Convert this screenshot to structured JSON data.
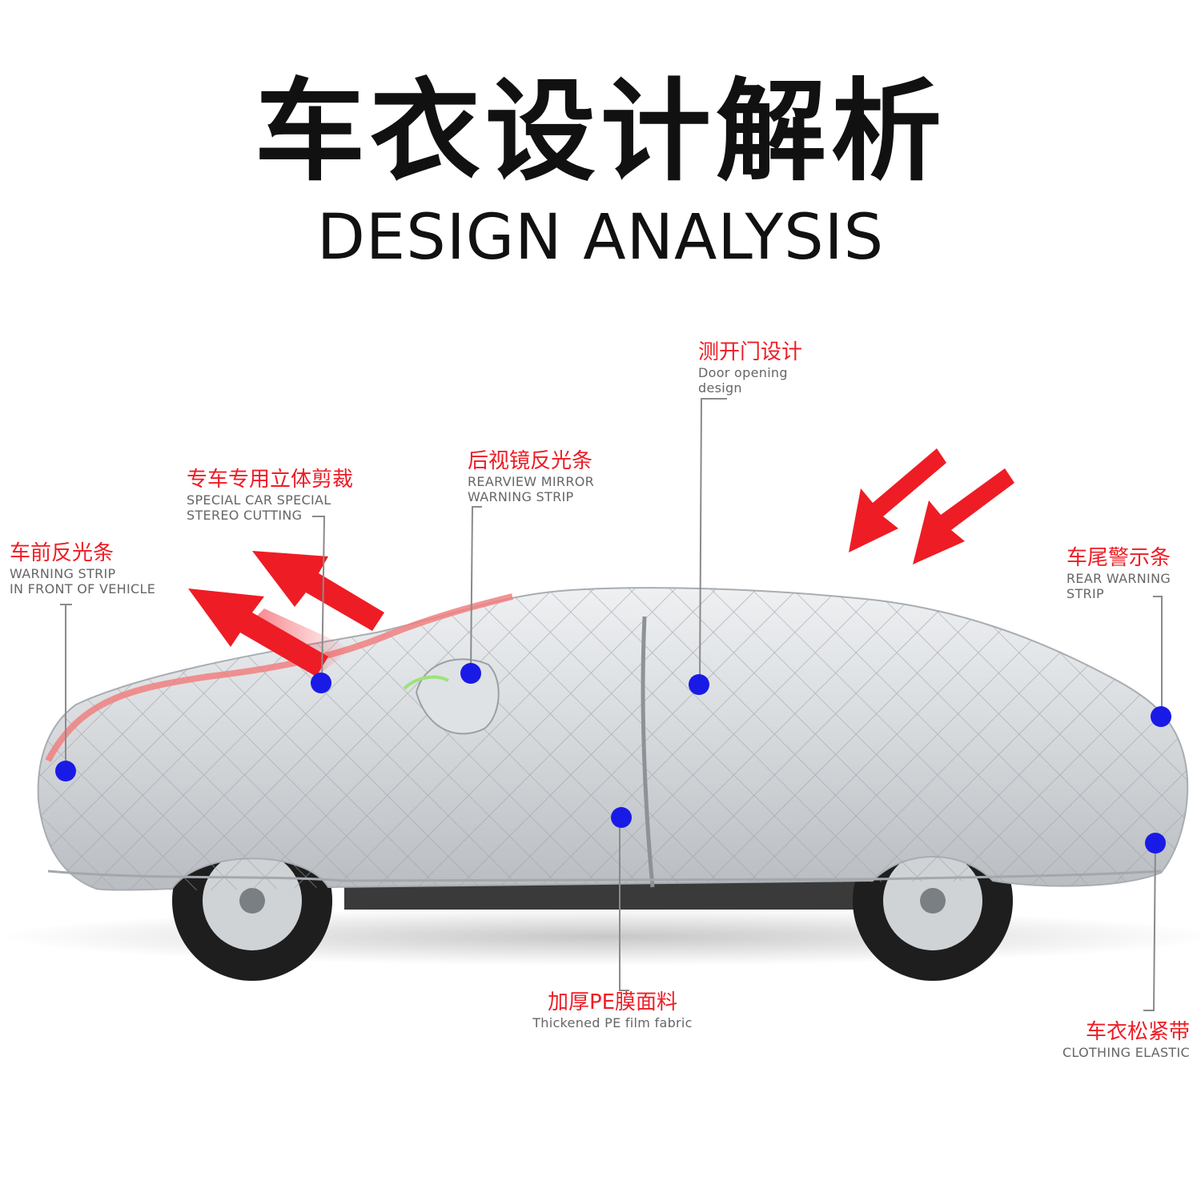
{
  "header": {
    "title_cn": "车衣设计解析",
    "title_en": "DESIGN ANALYSIS"
  },
  "colors": {
    "accent_red": "#ee1c25",
    "marker_blue": "#1a1ae6",
    "leader_gray": "#8a8a8a",
    "cover_silver": "#d9dcdf"
  },
  "callouts": {
    "front_strip": {
      "cn": "车前反光条",
      "en": "WARNING STRIP",
      "en2": "IN FRONT OF VEHICLE"
    },
    "cutting": {
      "cn": "专车专用立体剪裁",
      "en": "SPECIAL CAR SPECIAL",
      "en2": "STEREO CUTTING"
    },
    "mirror_strip": {
      "cn": "后视镜反光条",
      "en": "REARVIEW MIRROR",
      "en2": "WARNING STRIP"
    },
    "door_opening": {
      "cn": "测开门设计",
      "en": "Door opening",
      "en2": "design"
    },
    "rear_strip": {
      "cn": "车尾警示条",
      "en": "REAR WARNING",
      "en2": "STRIP"
    },
    "fabric": {
      "cn": "加厚PE膜面料",
      "en": "Thickened PE film fabric"
    },
    "elastic": {
      "cn": "车衣松紧带",
      "en": "CLOTHING ELASTIC"
    }
  }
}
